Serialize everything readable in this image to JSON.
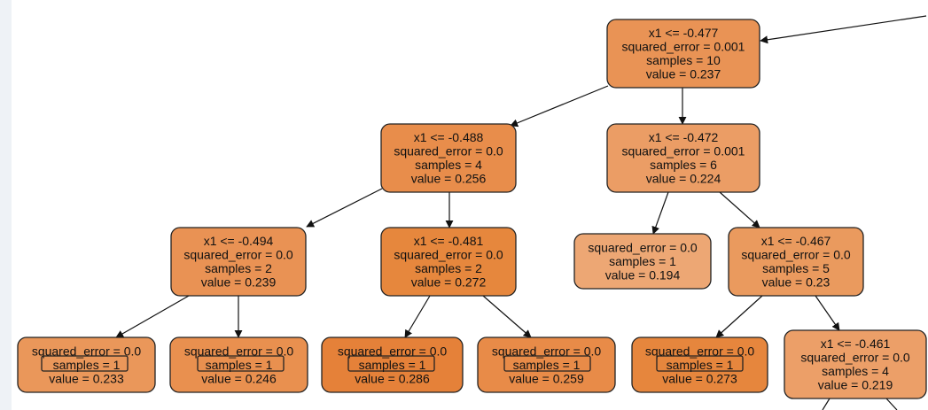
{
  "tree": {
    "nodes": [
      {
        "id": "n0",
        "lines": [
          "x1 <= -0.477",
          "squared_error = 0.001",
          "samples = 10",
          "value = 0.237"
        ],
        "color": "#e99355"
      },
      {
        "id": "n1",
        "lines": [
          "x1 <= -0.488",
          "squared_error = 0.0",
          "samples = 4",
          "value = 0.256"
        ],
        "color": "#e88d4b"
      },
      {
        "id": "n2",
        "lines": [
          "x1 <= -0.472",
          "squared_error = 0.001",
          "samples = 6",
          "value = 0.224"
        ],
        "color": "#eb9d65"
      },
      {
        "id": "n3",
        "lines": [
          "x1 <= -0.494",
          "squared_error = 0.0",
          "samples = 2",
          "value = 0.239"
        ],
        "color": "#e99254"
      },
      {
        "id": "n4",
        "lines": [
          "x1 <= -0.481",
          "squared_error = 0.0",
          "samples = 2",
          "value = 0.272"
        ],
        "color": "#e6873d"
      },
      {
        "id": "n5",
        "lines": [
          "squared_error = 0.0",
          "samples = 1",
          "value = 0.194"
        ],
        "color": "#eda774"
      },
      {
        "id": "n6",
        "lines": [
          "x1 <= -0.467",
          "squared_error = 0.0",
          "samples = 5",
          "value = 0.23"
        ],
        "color": "#ea9a5e"
      },
      {
        "id": "n7",
        "lines": [
          "squared_error = 0.0",
          "samples = 1",
          "value = 0.233"
        ],
        "color": "#ea975a",
        "highlight_line": 1
      },
      {
        "id": "n8",
        "lines": [
          "squared_error = 0.0",
          "samples = 1",
          "value = 0.246"
        ],
        "color": "#e9904f",
        "highlight_line": 1
      },
      {
        "id": "n9",
        "lines": [
          "squared_error = 0.0",
          "samples = 1",
          "value = 0.286"
        ],
        "color": "#e58139",
        "highlight_line": 1
      },
      {
        "id": "n10",
        "lines": [
          "squared_error = 0.0",
          "samples = 1",
          "value = 0.259"
        ],
        "color": "#e88b48",
        "highlight_line": 1
      },
      {
        "id": "n11",
        "lines": [
          "squared_error = 0.0",
          "samples = 1",
          "value = 0.273"
        ],
        "color": "#e6863d",
        "highlight_line": 1
      },
      {
        "id": "n12",
        "lines": [
          "x1 <= -0.461",
          "squared_error = 0.0",
          "samples = 4",
          "value = 0.219"
        ],
        "color": "#ec9f68"
      }
    ],
    "edges": [
      {
        "from": "n0",
        "to": "n1"
      },
      {
        "from": "n0",
        "to": "n2"
      },
      {
        "from": "n1",
        "to": "n3"
      },
      {
        "from": "n1",
        "to": "n4"
      },
      {
        "from": "n2",
        "to": "n5"
      },
      {
        "from": "n2",
        "to": "n6"
      },
      {
        "from": "n3",
        "to": "n7"
      },
      {
        "from": "n3",
        "to": "n8"
      },
      {
        "from": "n4",
        "to": "n9"
      },
      {
        "from": "n4",
        "to": "n10"
      },
      {
        "from": "n6",
        "to": "n11"
      },
      {
        "from": "n6",
        "to": "n12"
      }
    ]
  }
}
